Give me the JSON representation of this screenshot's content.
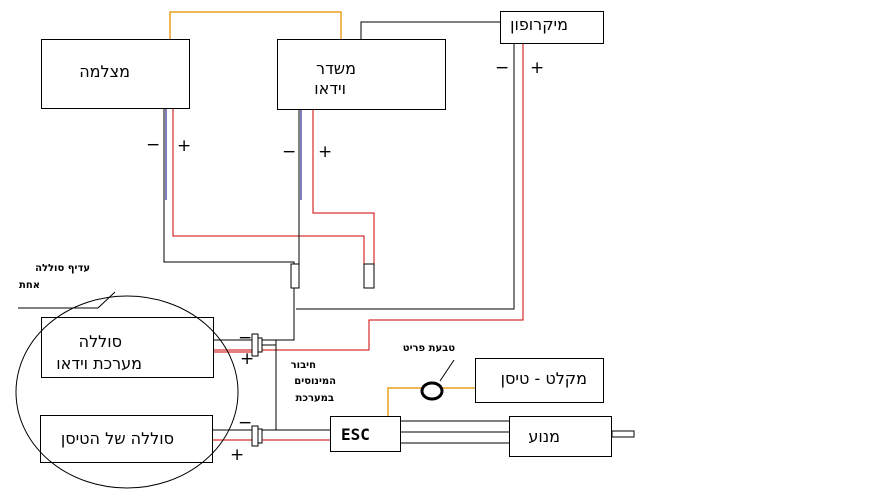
{
  "blocks": {
    "camera": "מצלמה",
    "transmitter_line1": "משדר",
    "transmitter_line2": "וידאו",
    "microphone": "מיקרופון",
    "video_battery_line1": "סוללה",
    "video_battery_line2": "מערכת וידאו",
    "plane_battery": "סוללה של הטיסן",
    "esc": "ESC",
    "receiver": "מקלט - טיסן",
    "motor": "מנוע"
  },
  "annotations": {
    "preferred_line1": "עדיף סוללה",
    "preferred_line2": "אחת",
    "ferrite_ring": "טבעת פריט",
    "minus_join_line1": "חיבור",
    "minus_join_line2": "המינוסים",
    "minus_join_line3": "במערכת"
  },
  "polarity": {
    "minus": "−",
    "plus": "+"
  },
  "colors": {
    "negative_wire": "#000000",
    "positive_wire": "#cc0000",
    "signal_wire": "#e8a020",
    "outline": "#000000"
  }
}
